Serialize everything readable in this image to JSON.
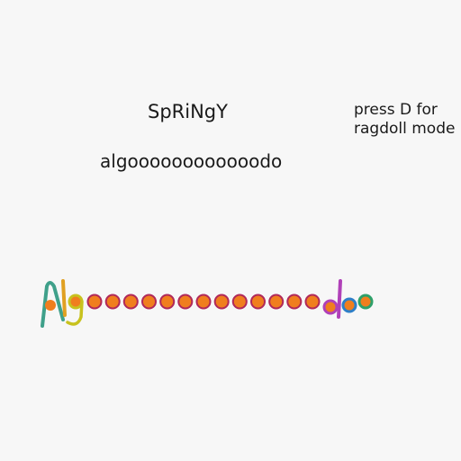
{
  "game": {
    "title": "SpRiNgY",
    "hint_line1": "press D for",
    "hint_line2": "ragdoll mode",
    "word": "algoooooooooooodo"
  },
  "chain": {
    "ball_count": 13,
    "ball_fill": "#f07e1e",
    "ball_stroke": "#b0285a",
    "colors": {
      "A": "#3fa08a",
      "l": "#e0a022",
      "g": "#c8c21e",
      "d": "#b040b8",
      "o1": "#2e7fc8",
      "o2": "#2ea06a",
      "accent_orange": "#f07e1e"
    }
  }
}
